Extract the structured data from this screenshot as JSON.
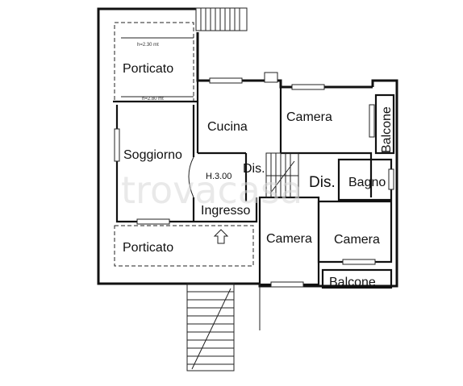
{
  "watermark": "trovacasa",
  "rooms": {
    "porticato_top": "Porticato",
    "porticato_bottom": "Porticato",
    "cucina": "Cucina",
    "camera_top": "Camera",
    "soggiorno": "Soggiorno",
    "dis_left": "Dis.",
    "dis_right": "Dis.",
    "bagno": "Bagno",
    "ingresso": "Ingresso",
    "camera_mid": "Camera",
    "camera_right": "Camera",
    "balcone_side": "Balcone",
    "balcone_bottom": "Balcone"
  },
  "annotations": {
    "height": "H.3.00",
    "height_top": "h=2.30 mt",
    "height_mid": "h=2.80 mt"
  }
}
